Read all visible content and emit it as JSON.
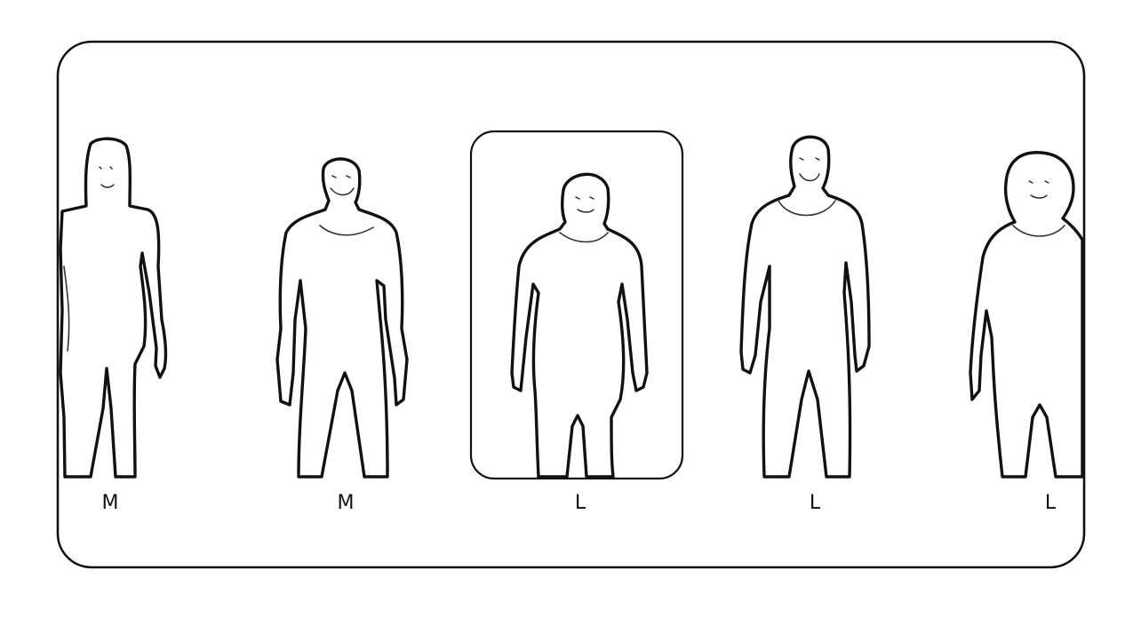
{
  "figures": [
    {
      "id": "figure-1",
      "size": "M",
      "selected": false
    },
    {
      "id": "figure-2",
      "size": "M",
      "selected": false
    },
    {
      "id": "figure-3",
      "size": "L",
      "selected": true
    },
    {
      "id": "figure-4",
      "size": "L",
      "selected": false
    },
    {
      "id": "figure-5",
      "size": "L",
      "selected": false
    }
  ]
}
